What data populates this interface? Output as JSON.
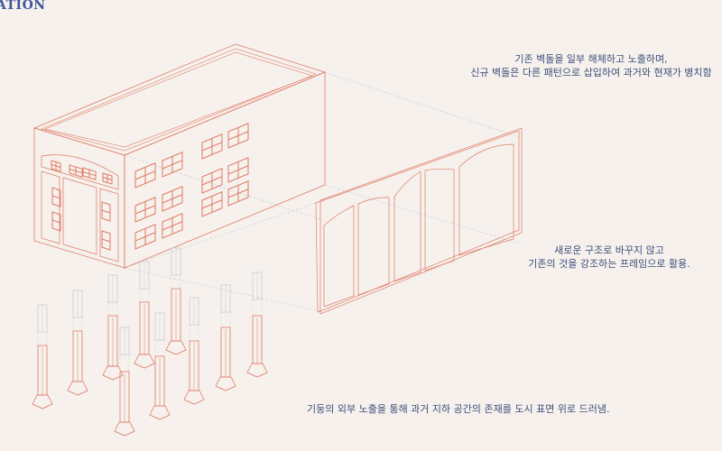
{
  "header": {
    "title_fragment": "ATION"
  },
  "notes": {
    "wall": [
      "기존 벽돌을 일부 해체하고 노출하며,",
      "신규 벽돌은 다른 패턴으로 삽입하여 과거와 현재가 병치함"
    ],
    "frame": [
      "새로운 구조로 바꾸지 않고",
      "기존의 것을 강조하는 프레임으로 활용."
    ],
    "columns": "기둥의 외부 노출을 통해 과거 지하 공간의 존재를 도시 표면 위로 드러냄."
  },
  "colors": {
    "background": "#f6f1ec",
    "line": "#e07a66",
    "ghost": "#c9cbd8",
    "text": "#3d4f7c",
    "title": "#3f55a0"
  }
}
